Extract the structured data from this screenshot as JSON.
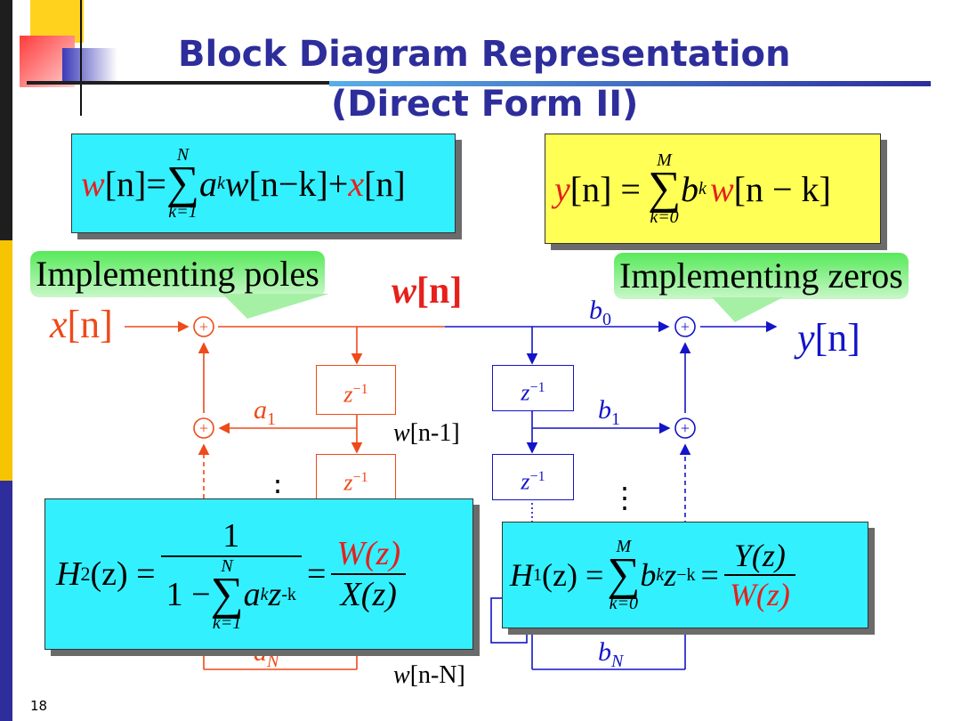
{
  "slide": {
    "title_line1": "Block Diagram Representation",
    "title_line2": "(Direct Form II)",
    "page_number": "18"
  },
  "callouts": {
    "poles": "Implementing poles",
    "zeros": "Implementing zeros"
  },
  "signals": {
    "x": "x",
    "n": "[n]",
    "y": "y",
    "w": "w",
    "w_bold": "[n]",
    "w_n1_var": "w",
    "w_n1_idx": "[n-1]",
    "w_nN_var": "w",
    "w_nN_idx": "[n-N]"
  },
  "coefficients": {
    "a1": "a",
    "a1_sub": "1",
    "aN": "a",
    "aN_sub": "N",
    "b0": "b",
    "b0_sub": "0",
    "b1": "b",
    "b1_sub": "1",
    "bN": "b",
    "bN_sub": "N"
  },
  "delay": {
    "z": "z",
    "exp": "−1"
  },
  "dots": "⋮",
  "adder_symbol": "+",
  "eq_w": {
    "lhs_var": "w",
    "lhs_idx": "[n]=",
    "upper": "N",
    "lower": "k=1",
    "term": "a",
    "term_sub": "k",
    "term_w": "w",
    "term_idx": "[n−k]+",
    "x_var": "x",
    "x_idx": "[n]"
  },
  "eq_y": {
    "lhs_var": "y",
    "lhs_idx": "[n] =",
    "upper": "M",
    "lower": "k=0",
    "term": "b",
    "term_sub": "k",
    "term_w": "w",
    "term_idx": "[n − k]"
  },
  "eq_h2": {
    "lhs": "H",
    "lhs_sub": "2",
    "lhs_arg": "(z) =",
    "num": "1",
    "den_pre": "1 −",
    "upper": "N",
    "lower": "k=1",
    "den_term": "a",
    "den_sub": "k",
    "den_z": "z",
    "den_exp": "-k",
    "eq": "=",
    "rnum": "W(z)",
    "rden": "X(z)"
  },
  "eq_h1": {
    "lhs": "H",
    "lhs_sub": "1",
    "lhs_arg": "(z) =",
    "upper": "M",
    "lower": "k=0",
    "term": "b",
    "term_sub": "k",
    "term_z": "z",
    "term_exp": "−k",
    "eq": "=",
    "rnum": "Y(z)",
    "rden": "W(z)"
  },
  "colors": {
    "title": "#2d2d9b",
    "pole_path": "#ee4a1a",
    "zero_path": "#1414c8",
    "box_cyan": "#33f0ff",
    "box_yellow": "#ffff55",
    "callout_green": "#57e95a"
  }
}
